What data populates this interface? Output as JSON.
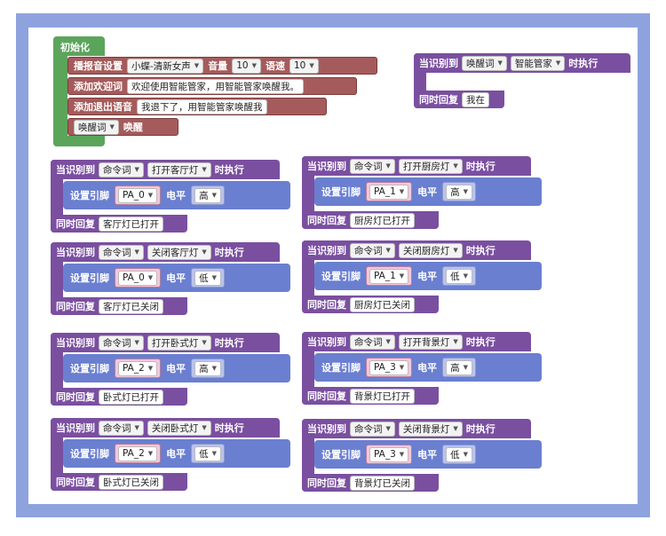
{
  "init_block": {
    "title": "初始化",
    "rows": [
      {
        "label": "播报音设置",
        "voice": "小蝶-清新女声",
        "volume_label": "音量",
        "volume": "10",
        "speed_label": "语速",
        "speed": "10"
      },
      {
        "label": "添加欢迎词",
        "text": "欢迎使用智能管家，用智能管家唤醒我。"
      },
      {
        "label": "添加退出语音",
        "text": "我退下了，用智能管家唤醒我"
      },
      {
        "label": "唤醒词",
        "action": "唤醒"
      }
    ]
  },
  "wake_block": {
    "when_label": "当识别到",
    "type": "唤醒词",
    "word": "智能管家",
    "then_label": "时执行",
    "reply_label": "同时回复",
    "reply": "我在"
  },
  "labels": {
    "when": "当识别到",
    "type": "命令词",
    "then": "时执行",
    "set_pin": "设置引脚",
    "level": "电平",
    "reply": "同时回复"
  },
  "command_blocks": [
    {
      "command": "打开客厅灯",
      "pin": "PA_0",
      "level": "高",
      "reply": "客厅灯已打开"
    },
    {
      "command": "打开厨房灯",
      "pin": "PA_1",
      "level": "高",
      "reply": "厨房灯已打开"
    },
    {
      "command": "关闭客厅灯",
      "pin": "PA_0",
      "level": "低",
      "reply": "客厅灯已关闭"
    },
    {
      "command": "关闭厨房灯",
      "pin": "PA_1",
      "level": "低",
      "reply": "厨房灯已关闭"
    },
    {
      "command": "打开卧式灯",
      "pin": "PA_2",
      "level": "高",
      "reply": "卧式灯已打开"
    },
    {
      "command": "打开背景灯",
      "pin": "PA_3",
      "level": "高",
      "reply": "背景灯已打开"
    },
    {
      "command": "关闭卧式灯",
      "pin": "PA_2",
      "level": "低",
      "reply": "卧式灯已关闭"
    },
    {
      "command": "关闭背景灯",
      "pin": "PA_3",
      "level": "低",
      "reply": "背景灯已关闭"
    }
  ],
  "colors": {
    "frame": "#8ea3dd",
    "init_green": "#5ba55b",
    "audio_red": "#a55b5b",
    "event_purple": "#7a4fa0",
    "io_blue": "#6a7fd0"
  }
}
